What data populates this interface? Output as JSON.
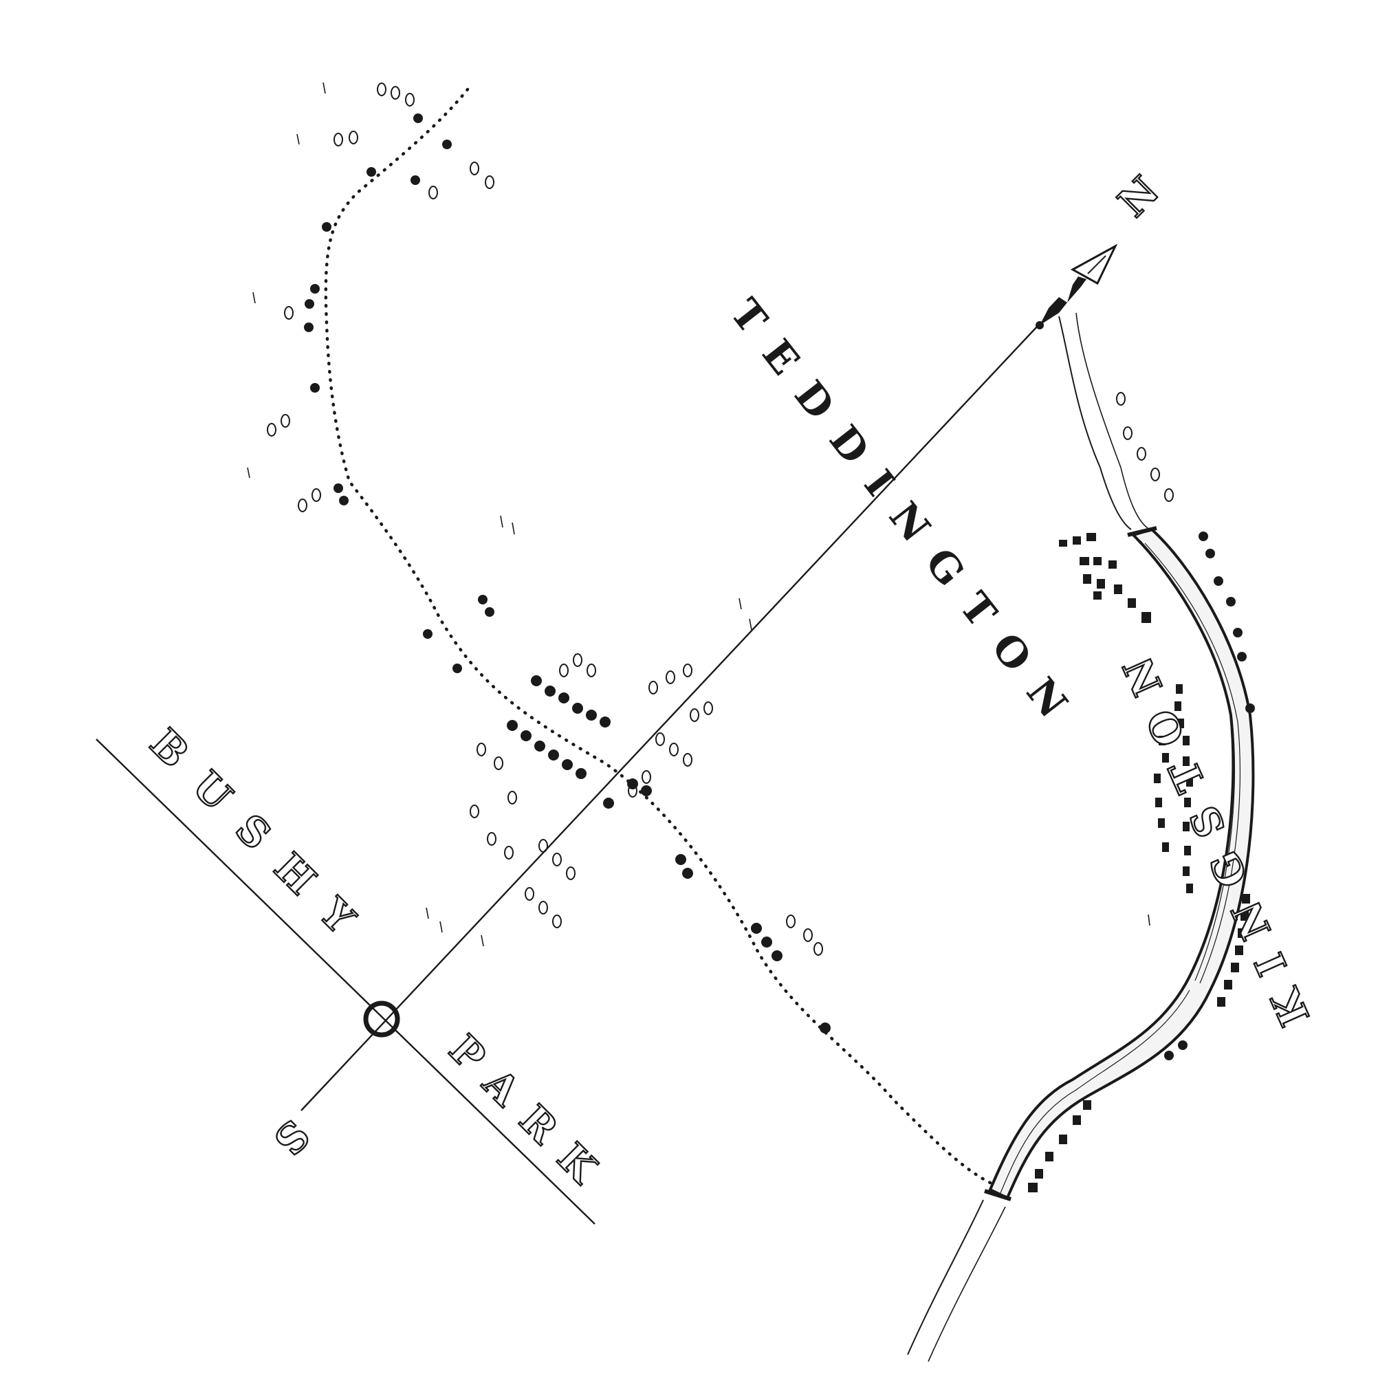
{
  "map": {
    "labels": {
      "north": "N",
      "south": "S",
      "area_1": "TEDDINGTON",
      "area_2": "KINGSTON",
      "park_word_1": "BUSHY",
      "park_word_2": "PARK"
    },
    "colors": {
      "ink": "#1a1a1a",
      "paper": "#ffffff",
      "water": "#f4f4f4"
    },
    "icons": [
      "north-arrow-icon",
      "center-circle-icon",
      "tree-icon",
      "building-icon"
    ]
  }
}
